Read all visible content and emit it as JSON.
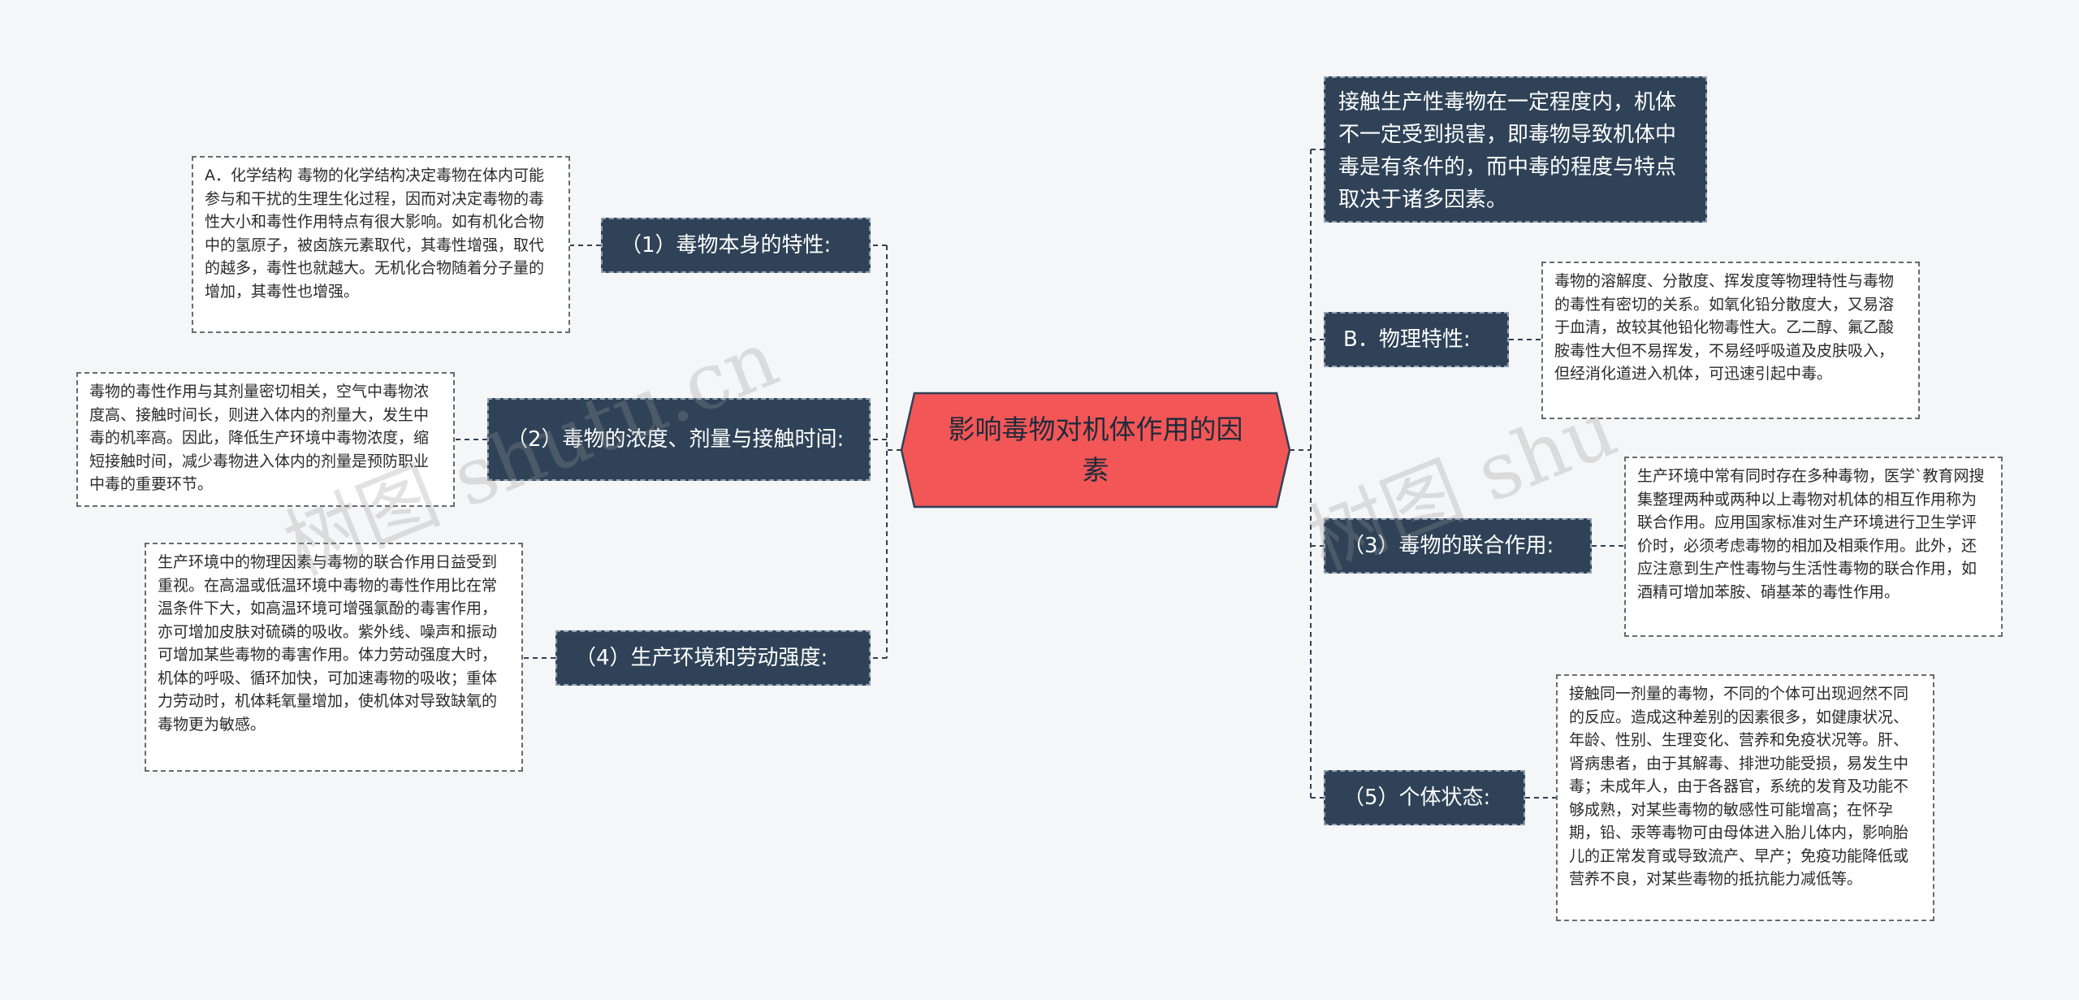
{
  "diagram": {
    "center": "影响毒物对机体作用的因素",
    "intro": "接触生产性毒物在一定程度内，机体不一定受到损害，即毒物导致机体中毒是有条件的，而中毒的程度与特点取决于诸多因素。",
    "branches": [
      {
        "label": "（1）毒物本身的特性:",
        "detail": "A．化学结构 毒物的化学结构决定毒物在体内可能参与和干扰的生理生化过程，因而对决定毒物的毒性大小和毒性作用特点有很大影响。如有机化合物中的氢原子，被卤族元素取代，其毒性增强，取代的越多，毒性也就越大。无机化合物随着分子量的增加，其毒性也增强。"
      },
      {
        "label": "（2）毒物的浓度、剂量与接触时间:",
        "detail": "毒物的毒性作用与其剂量密切相关，空气中毒物浓度高、接触时间长，则进入体内的剂量大，发生中毒的机率高。因此，降低生产环境中毒物浓度，缩短接触时间，减少毒物进入体内的剂量是预防职业中毒的重要环节。"
      },
      {
        "label": "（4）生产环境和劳动强度:",
        "detail": "生产环境中的物理因素与毒物的联合作用日益受到重视。在高温或低温环境中毒物的毒性作用比在常温条件下大，如高温环境可增强氯酚的毒害作用，亦可增加皮肤对硫磷的吸收。紫外线、噪声和振动可增加某些毒物的毒害作用。体力劳动强度大时，机体的呼吸、循环加快，可加速毒物的吸收；重体力劳动时，机体耗氧量增加，使机体对导致缺氧的毒物更为敏感。"
      },
      {
        "label": "B．物理特性:",
        "detail": "毒物的溶解度、分散度、挥发度等物理特性与毒物的毒性有密切的关系。如氧化铅分散度大，又易溶于血清，故较其他铅化物毒性大。乙二醇、氟乙酸胺毒性大但不易挥发，不易经呼吸道及皮肤吸入，但经消化道进入机体，可迅速引起中毒。"
      },
      {
        "label": "（3）毒物的联合作用:",
        "detail": "生产环境中常有同时存在多种毒物，医学`教育网搜集整理两种或两种以上毒物对机体的相互作用称为联合作用。应用国家标准对生产环境进行卫生学评价时，必须考虑毒物的相加及相乘作用。此外，还应注意到生产性毒物与生活性毒物的联合作用，如酒精可增加苯胺、硝基苯的毒性作用。"
      },
      {
        "label": "（5）个体状态:",
        "detail": "接触同一剂量的毒物，不同的个体可出现迥然不同的反应。造成这种差别的因素很多，如健康状况、年龄、性别、生理变化、营养和免疫状况等。肝、肾病患者，由于其解毒、排泄功能受损，易发生中毒；未成年人，由于各器官，系统的发育及功能不够成熟，对某些毒物的敏感性可能增高；在怀孕期，铅、汞等毒物可由母体进入胎儿体内，影响胎儿的正常发育或导致流产、早产；免疫功能降低或营养不良，对某些毒物的抵抗能力减低等。"
      }
    ]
  },
  "watermark": {
    "left": "树图 shutu.cn",
    "right": "树图 shu"
  },
  "colors": {
    "center_fill": "#f25656",
    "branch_fill": "#2f4257",
    "leaf_fill": "#ffffff",
    "connector": "#2f4257",
    "background": "#f5f6f7"
  }
}
